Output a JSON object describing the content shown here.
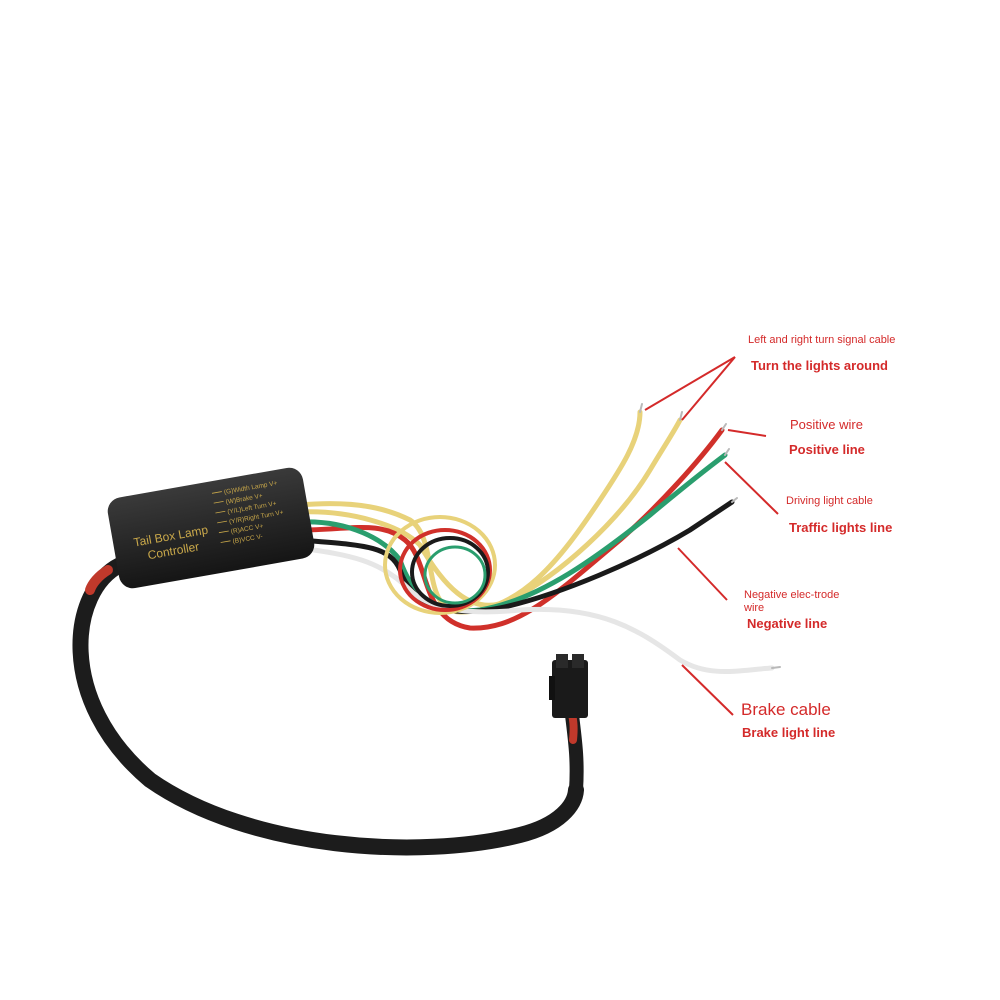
{
  "controller": {
    "title_line1": "Tail Box Lamp",
    "title_line2": "Controller",
    "pins": [
      "(G)Width Lamp V+",
      "(W)Brake V+",
      "(Y/L)Left Turn V+",
      "(Y/R)Right Turn V+",
      "(R)ACC V+",
      "(B)VCC V-"
    ]
  },
  "callouts": {
    "turn_signal_cn": "Left and right turn signal cable",
    "turn_signal_en": "Turn the lights around",
    "positive_cn": "Positive wire",
    "positive_en": "Positive line",
    "driving_cn": "Driving light cable",
    "driving_en": "Traffic lights line",
    "negative_cn": "Negative elec-trode wire",
    "negative_en": "Negative line",
    "brake_cn": "Brake cable",
    "brake_en": "Brake light line"
  },
  "colors": {
    "annotation": "#d42a2a",
    "wire_yellow": "#e8d27a",
    "wire_red": "#d0302a",
    "wire_green": "#2a9e6e",
    "wire_black": "#1a1a1a",
    "wire_white": "#f4f4f4",
    "cable": "#1c1c1c",
    "box": "#222222",
    "box_text": "#c9a84a"
  }
}
